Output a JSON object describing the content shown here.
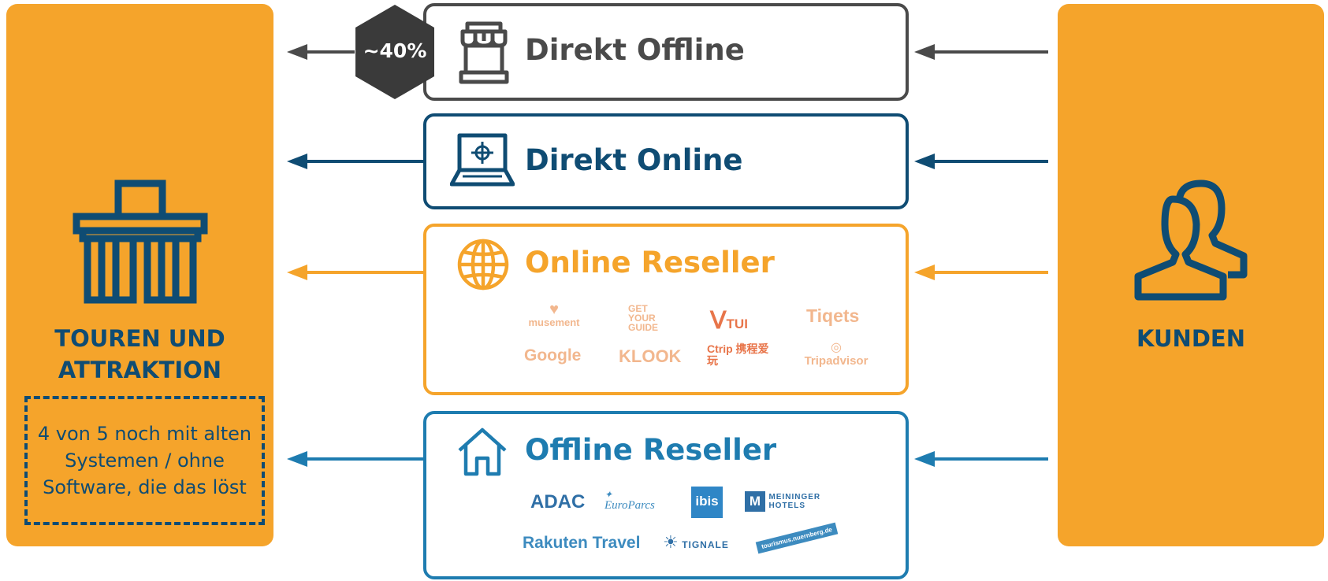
{
  "left_panel": {
    "title_line1": "TOUREN UND",
    "title_line2": "ATTRAKTION",
    "note": "4 von 5 noch mit alten Systemen / ohne Software, die das löst",
    "icon": "temple-icon"
  },
  "right_panel": {
    "title": "KUNDEN",
    "icon": "users-icon"
  },
  "badge": {
    "label": "~40%"
  },
  "channels": [
    {
      "title": "Direkt Offline",
      "icon": "shop-icon",
      "color": "#4A4A4A"
    },
    {
      "title": "Direkt Online",
      "icon": "laptop-icon",
      "color": "#0F4C73"
    },
    {
      "title": "Online Reseller",
      "icon": "globe-icon",
      "color": "#F5A42B"
    },
    {
      "title": "Offline Reseller",
      "icon": "house-icon",
      "color": "#1E7CB0"
    }
  ],
  "online_reseller_logos": [
    "musement",
    "GET YOUR GUIDE",
    "TUI",
    "Tiqets",
    "Google",
    "KLOOK",
    "Ctrip 携程爱玩",
    "Tripadvisor"
  ],
  "offline_reseller_logos": [
    "ADAC",
    "EuroParcs",
    "ibis",
    "MEININGER HOTELS",
    "Rakuten Travel",
    "TIGNALE",
    "tourismus.nuernberg.de"
  ],
  "colors": {
    "orange": "#F5A42B",
    "navy": "#0F4C73",
    "dark": "#4A4A4A",
    "blue": "#1E7CB0"
  }
}
